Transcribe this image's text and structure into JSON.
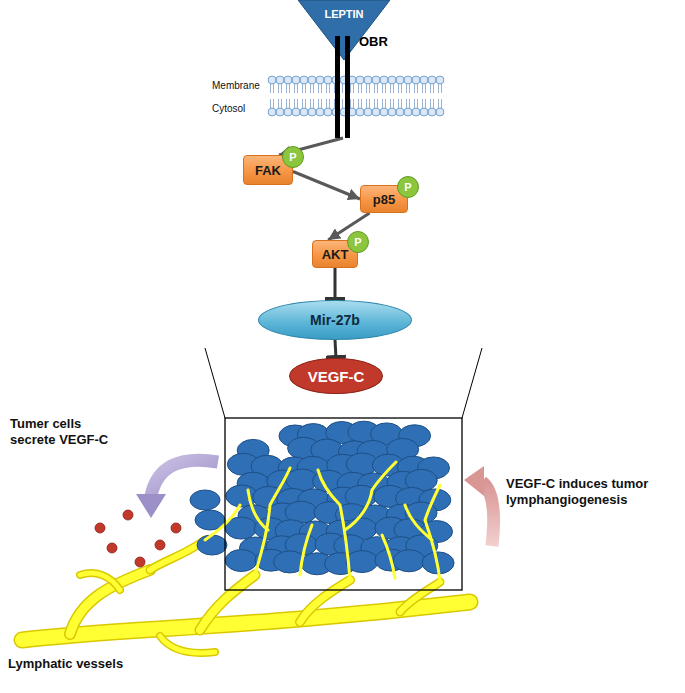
{
  "diagram": {
    "nodes": [
      {
        "text": [
          "LEPTIN"
        ]
      },
      {
        "text": [
          "OBR"
        ]
      },
      {
        "text": [
          "FAK"
        ]
      },
      {
        "text": [
          "P"
        ],
        "in": 2
      },
      {
        "text": [
          "p85"
        ]
      },
      {
        "text": [
          "P"
        ],
        "in": 4
      },
      {
        "text": [
          "AKT"
        ]
      },
      {
        "text": [
          "P"
        ],
        "in": 6
      },
      {
        "text": [
          "Mir-27b"
        ]
      },
      {
        "text": [
          "VEGF-C"
        ]
      }
    ],
    "edges": [
      {
        "from": 1,
        "to": 2,
        "arrow": "to"
      },
      {
        "from": 2,
        "to": 4,
        "arrow": "to"
      },
      {
        "from": 4,
        "to": 6,
        "arrow": "to"
      },
      {
        "from": 6,
        "to": 8,
        "arrow": "to"
      },
      {
        "from": 8,
        "to": 9,
        "arrow": "to"
      }
    ],
    "labels": [
      "Membrane",
      "Cytosol",
      "Tumer cells secrete VEGF-C",
      "VEGF-C induces tumor lymphangiogenesis",
      "Lymphatic vessels"
    ]
  }
}
